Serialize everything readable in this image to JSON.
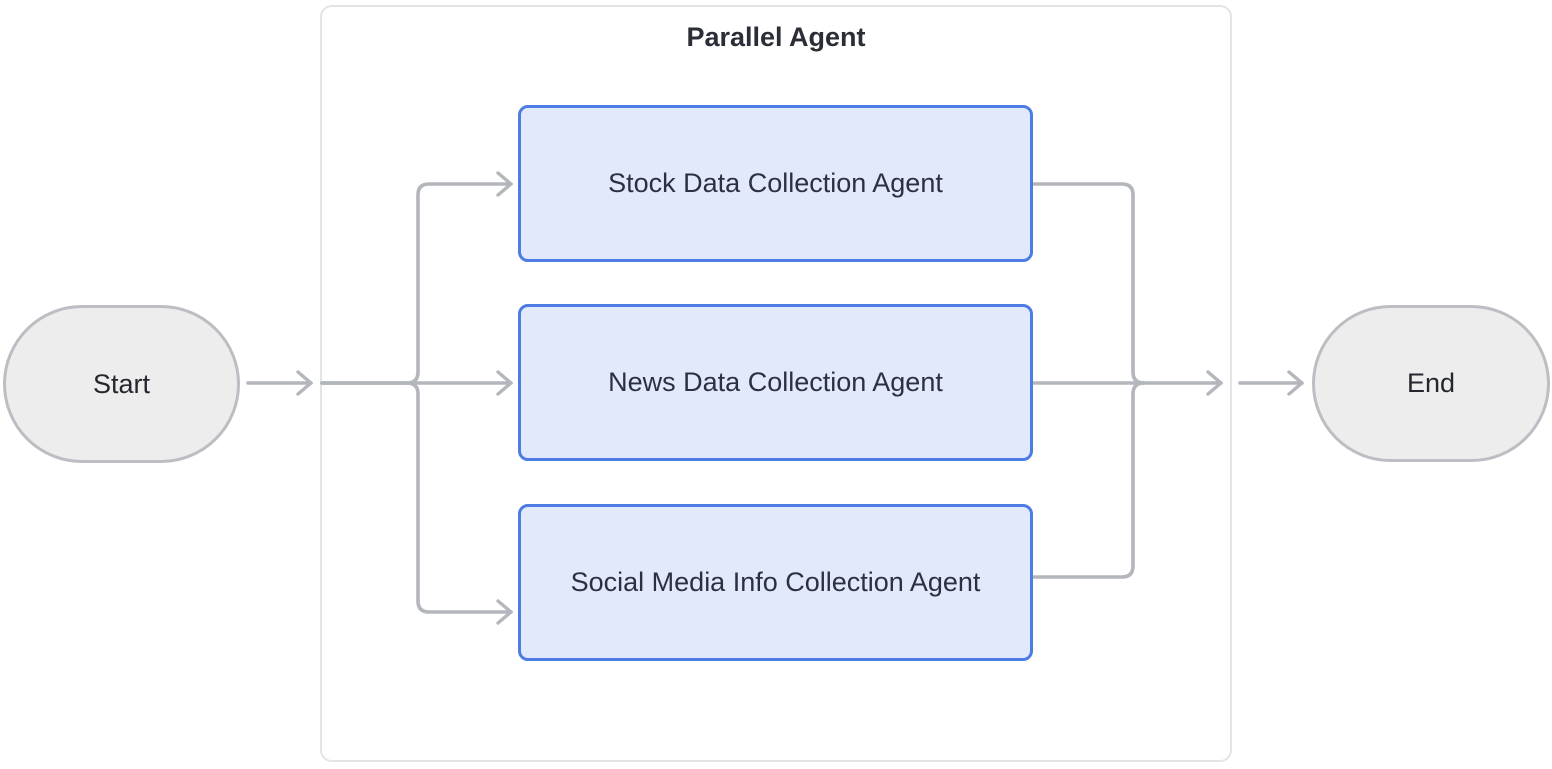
{
  "diagram": {
    "type": "flowchart",
    "title": "Parallel Agent",
    "nodes": {
      "start": {
        "label": "Start",
        "shape": "stadium"
      },
      "end": {
        "label": "End",
        "shape": "stadium"
      },
      "agents": [
        {
          "label": "Stock Data Collection Agent"
        },
        {
          "label": "News Data Collection Agent"
        },
        {
          "label": "Social Media Info Collection Agent"
        }
      ]
    },
    "edges": [
      {
        "from": "start",
        "to": "parallel-agent"
      },
      {
        "from": "parallel-agent-entry",
        "to": "stock-data-collection-agent"
      },
      {
        "from": "parallel-agent-entry",
        "to": "news-data-collection-agent"
      },
      {
        "from": "parallel-agent-entry",
        "to": "social-media-info-collection-agent"
      },
      {
        "from": "stock-data-collection-agent",
        "to": "merge-point"
      },
      {
        "from": "news-data-collection-agent",
        "to": "merge-point"
      },
      {
        "from": "social-media-info-collection-agent",
        "to": "merge-point"
      },
      {
        "from": "parallel-agent",
        "to": "end"
      }
    ],
    "colors": {
      "agent_box_fill": "#e1e9fb",
      "agent_box_border": "#4d7ce2",
      "terminal_fill": "#ededee",
      "terminal_border": "#bcbec3",
      "edge": "#b3b6bc",
      "container_border": "#e3e4e8",
      "title_text": "#2b2e36",
      "agent_text": "#2b3140",
      "terminal_text": "#24272d"
    }
  }
}
